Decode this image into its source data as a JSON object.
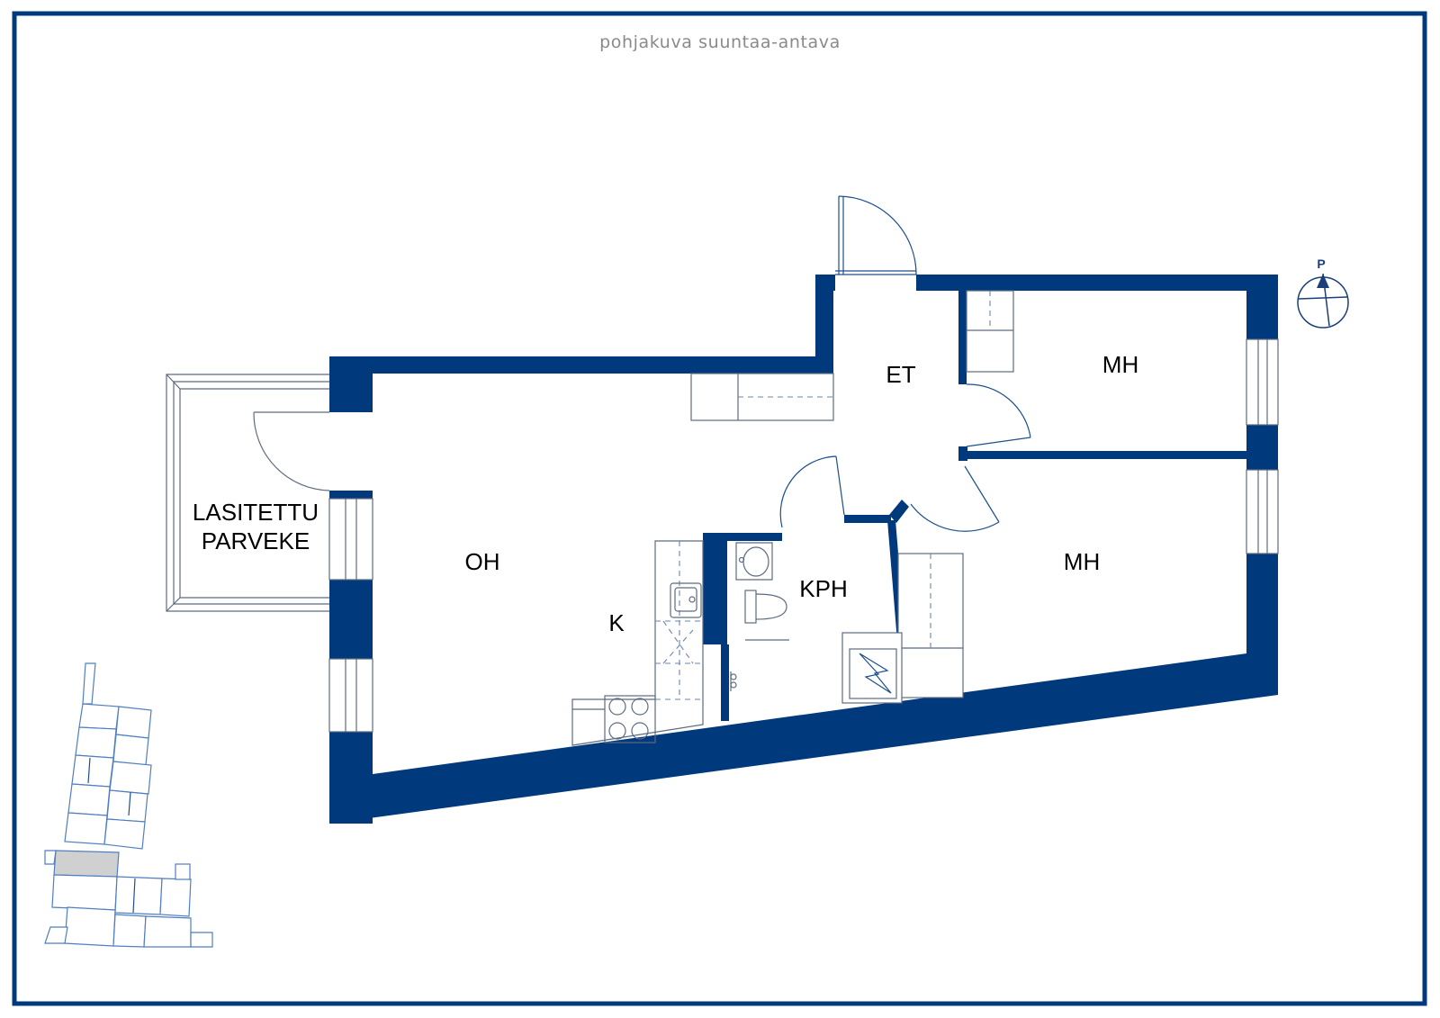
{
  "header": {
    "caption": "pohjakuva suuntaa-antava"
  },
  "rooms": {
    "et": "ET",
    "mh_upper": "MH",
    "mh_lower": "MH",
    "oh": "OH",
    "k": "K",
    "kph": "KPH",
    "balcony_line1": "LASITETTU",
    "balcony_line2": "PARVEKE"
  },
  "compass": {
    "north_label": "P"
  },
  "colors": {
    "wall": "#003a7d",
    "highlight": "#d0d0d0"
  }
}
